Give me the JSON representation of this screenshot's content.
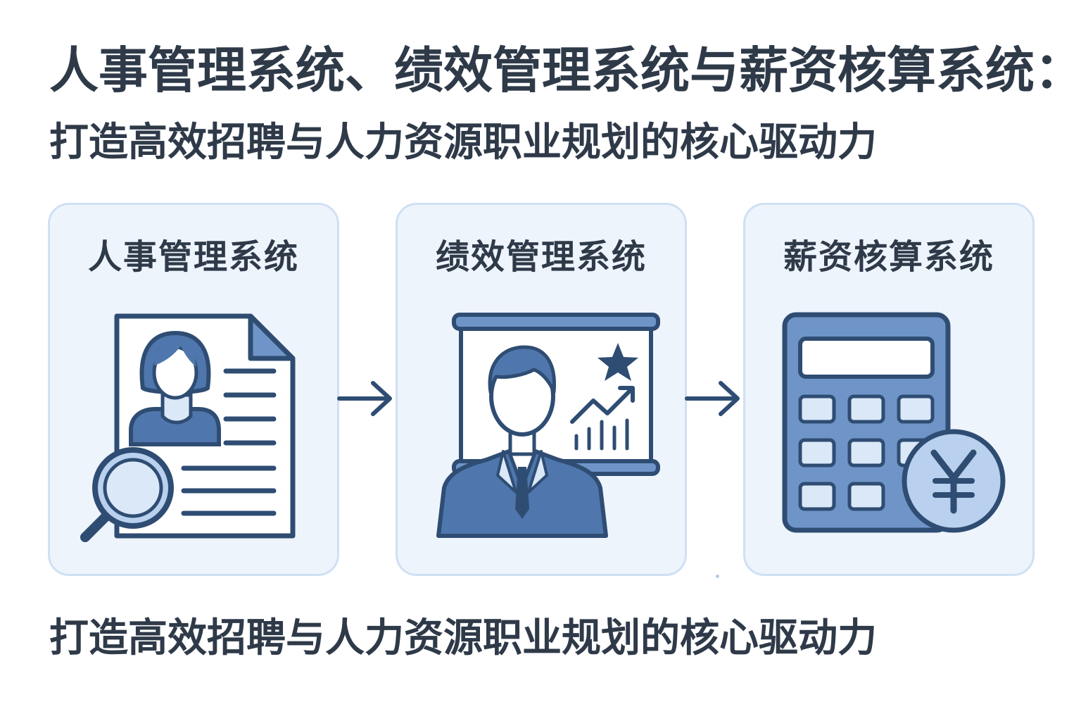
{
  "header": {
    "title": "人事管理系统、绩效管理系统与薪资核算系统：",
    "subtitle": "打造高效招聘与人力资源职业规划的核心驱动力"
  },
  "cards": [
    {
      "title": "人事管理系统",
      "icon": "resume-search-icon"
    },
    {
      "title": "绩效管理系统",
      "icon": "performance-board-icon"
    },
    {
      "title": "薪资核算系统",
      "icon": "calculator-yuan-icon"
    }
  ],
  "footer": {
    "text": "打造高效招聘与人力资源职业规划的核心驱动力"
  },
  "colors": {
    "text": "#2f3a49",
    "card_background": "#eef4fc",
    "card_border": "#cfe0f4",
    "icon_dark": "#2f4d73",
    "icon_fill": "#4f77ad",
    "icon_light": "#b9d1ee",
    "icon_pale": "#dbe8f8",
    "arrow": "#2f4d73"
  }
}
